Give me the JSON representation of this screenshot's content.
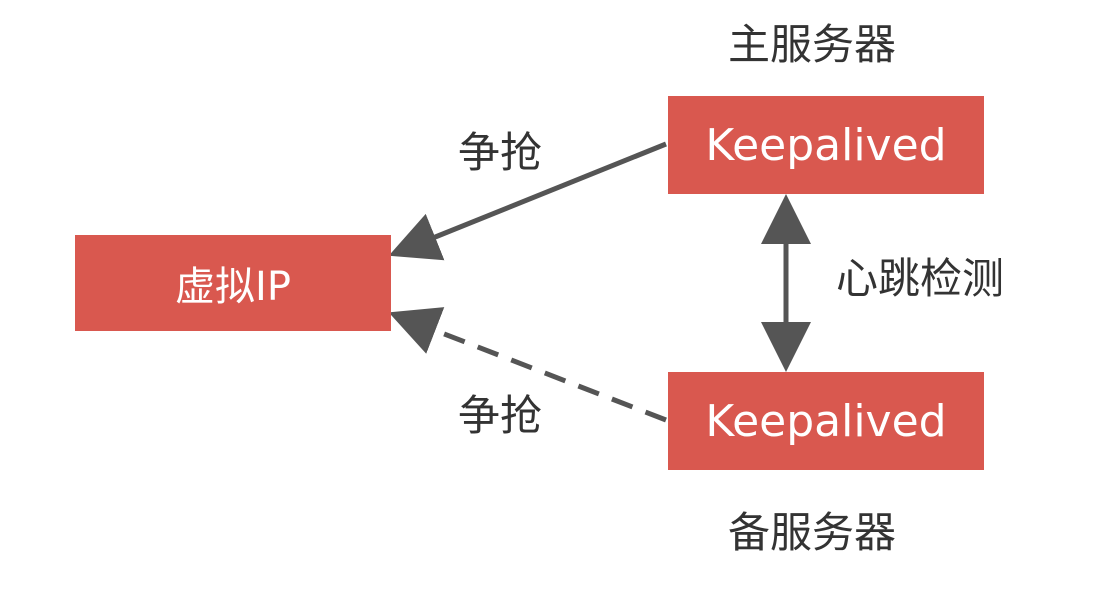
{
  "nodes": {
    "virtual_ip": "虚拟IP",
    "master_keepalived": "Keepalived",
    "backup_keepalived": "Keepalived"
  },
  "labels": {
    "master_server": "主服务器",
    "backup_server": "备服务器",
    "heartbeat": "心跳检测",
    "compete_top": "争抢",
    "compete_bottom": "争抢"
  },
  "colors": {
    "box_fill": "#d9584f",
    "box_text": "#ffffff",
    "arrow": "#555555",
    "label_text": "#333333"
  }
}
